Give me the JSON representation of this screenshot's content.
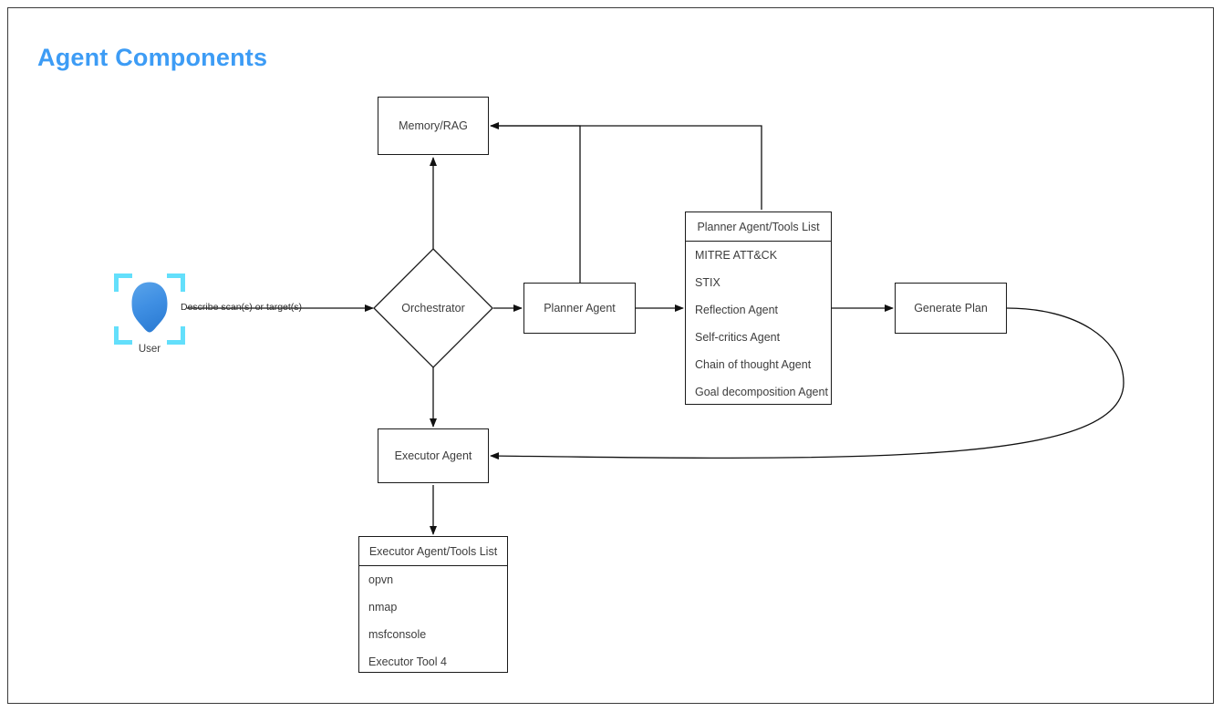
{
  "page": {
    "title": "Agent Components",
    "title_color": "#3d9cf5",
    "background": "#ffffff",
    "border_color": "#3a3a3a"
  },
  "actor": {
    "icon": "user-head-icon",
    "label": "User",
    "icon_color": "#3a8fe0",
    "bracket_color": "#63dffb"
  },
  "edges": [
    {
      "name": "user-to-orchestrator",
      "label": "Describe scan(s) or target(s)"
    }
  ],
  "nodes": {
    "memory_rag": {
      "label": "Memory/RAG"
    },
    "orchestrator": {
      "label": "Orchestrator"
    },
    "planner_agent": {
      "label": "Planner Agent"
    },
    "generate_plan": {
      "label": "Generate Plan"
    },
    "executor_agent": {
      "label": "Executor Agent"
    }
  },
  "planner_tools": {
    "header": "Planner Agent/Tools List",
    "items": [
      "MITRE ATT&CK",
      "STIX",
      "Reflection Agent",
      "Self-critics Agent",
      "Chain of thought Agent",
      "Goal decomposition Agent"
    ]
  },
  "executor_tools": {
    "header": "Executor Agent/Tools List",
    "items": [
      "opvn",
      "nmap",
      "msfconsole",
      "Executor Tool 4"
    ]
  }
}
